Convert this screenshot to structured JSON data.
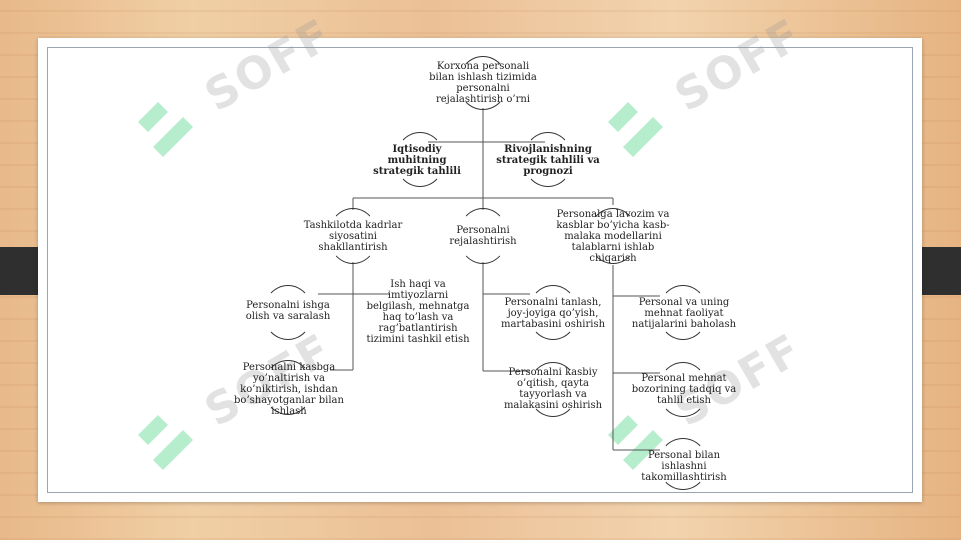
{
  "watermark": {
    "text": "SOFF",
    "color": "#2ecc71"
  },
  "diagram": {
    "root": "Korxona personali bilan ishlash tizimida personalni rejalashtirish o’rni",
    "level1": [
      "Iqtisodiy muhitning strategik tahlili",
      "Rivojlanishning strategik tahlili va prognozi"
    ],
    "level2": [
      "Tashkilotda kadrlar siyosatini shakllantirish",
      "Personalni rejalashtirish",
      "Personalga lavozim va kasblar bo’yicha kasb-malaka modellarini talablarni ishlab chiqarish"
    ],
    "branch_left": [
      "Personalni ishga olish va saralash",
      "Ish haqi va imtiyozlarni belgilash, mehnatga haq to’lash va rag’batlantirish tizimini tashkil etish",
      "Personalni kasbga yo’naltirish va ko’niktirish, ishdan bo’shayotganlar bilan ishlash"
    ],
    "branch_middle": [
      "Personalni tanlash, joy-joyiga qo’yish, martabasini oshirish",
      "Personalni kasbiy o’qitish, qayta tayyorlash va malakasini oshirish"
    ],
    "branch_right": [
      "Personal va uning mehnat faoliyat natijalarini baholash",
      "Personal mehnat bozorining tadqiq va tahlil etish",
      "Personal bilan ishlashni takomillashtirish"
    ]
  }
}
